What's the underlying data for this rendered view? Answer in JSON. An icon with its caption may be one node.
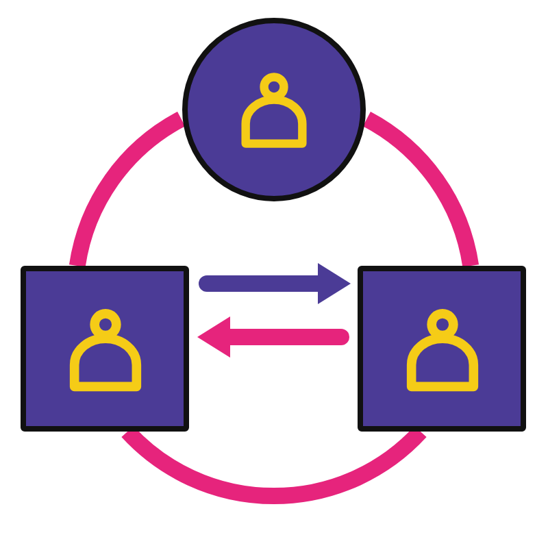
{
  "diagram": {
    "nodes": [
      {
        "text": [],
        "shape": "circle"
      },
      {
        "text": [],
        "shape": "box"
      },
      {
        "text": [],
        "shape": "box"
      }
    ],
    "edges": [
      {
        "from": 1,
        "to": 2,
        "arrow": "to",
        "color": "#4b3b96"
      },
      {
        "from": 2,
        "to": 1,
        "arrow": "to",
        "color": "#e6247c"
      },
      {
        "from": 0,
        "to": 1,
        "arrow": "none",
        "color": "#e6247c"
      },
      {
        "from": 0,
        "to": 2,
        "arrow": "none",
        "color": "#e6247c"
      },
      {
        "from": 1,
        "to": 2,
        "arrow": "none",
        "color": "#e6247c"
      }
    ]
  }
}
